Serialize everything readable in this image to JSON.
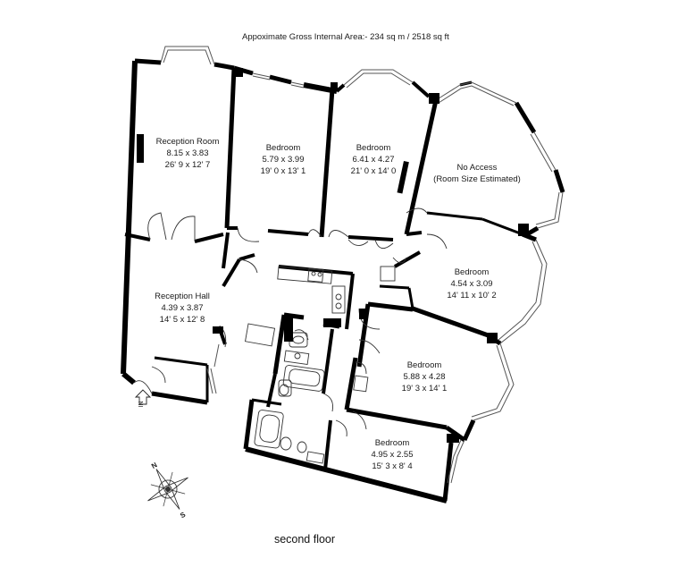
{
  "header": {
    "area": "Appoximate Gross Internal Area:- 234 sq m / 2518 sq ft"
  },
  "floor_label": "second floor",
  "rooms": [
    {
      "key": "reception_room",
      "name": "Reception Room",
      "metric": "8.15 x 3.83",
      "imperial": "26' 9 x 12' 7"
    },
    {
      "key": "bedroom1",
      "name": "Bedroom",
      "metric": "5.79 x 3.99",
      "imperial": "19' 0 x 13' 1"
    },
    {
      "key": "bedroom2",
      "name": "Bedroom",
      "metric": "6.41 x 4.27",
      "imperial": "21' 0 x 14' 0"
    },
    {
      "key": "no_access",
      "name": "No Access",
      "metric": "(Room Size Estimated)",
      "imperial": ""
    },
    {
      "key": "reception_hall",
      "name": "Reception Hall",
      "metric": "4.39 x 3.87",
      "imperial": "14' 5 x 12' 8"
    },
    {
      "key": "bedroom3",
      "name": "Bedroom",
      "metric": "4.54 x 3.09",
      "imperial": "14' 11 x 10' 2"
    },
    {
      "key": "bedroom4",
      "name": "Bedroom",
      "metric": "5.88 x 4.28",
      "imperial": "19' 3 x 14' 1"
    },
    {
      "key": "bedroom5",
      "name": "Bedroom",
      "metric": "4.95 x 2.55",
      "imperial": "15' 3 x 8' 4"
    }
  ],
  "compass": {
    "north": "N",
    "south": "S"
  },
  "entrance": "IN"
}
